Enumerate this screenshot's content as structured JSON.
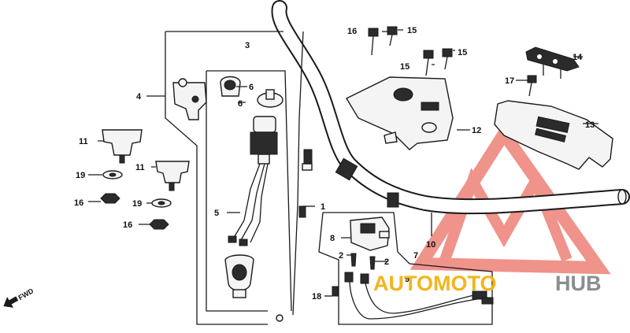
{
  "diagram": {
    "callouts": [
      "1",
      "2",
      "2",
      "3",
      "4",
      "5",
      "6",
      "6",
      "7",
      "8",
      "9",
      "10",
      "11",
      "11",
      "12",
      "13",
      "14",
      "15",
      "15",
      "15",
      "16",
      "16",
      "16",
      "17",
      "18",
      "19",
      "19"
    ],
    "fwd_label": "FWD"
  },
  "watermark": {
    "brand_part1": "AUTOMOTO",
    "brand_part2": "HUB",
    "logo_color": "#e23b2e",
    "brand_color1": "#f2b51c",
    "brand_color2": "#8b8d90"
  },
  "colors": {
    "line": "#1a1a1a",
    "background": "#ffffff"
  }
}
